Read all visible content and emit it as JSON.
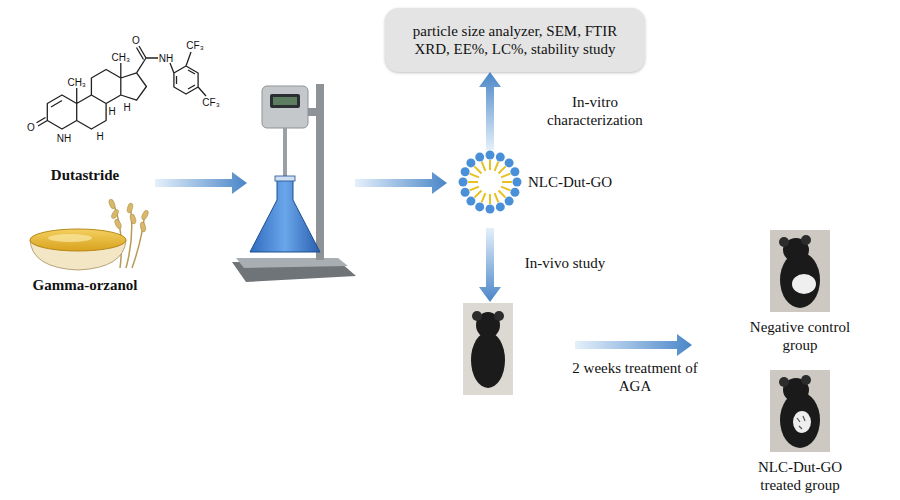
{
  "diagram": {
    "nodes": [
      {
        "text": [
          "particle size analyzer, SEM, FTIR XRD, EE%, LC%, stability study"
        ]
      },
      {
        "text": [
          "Dutastride"
        ]
      },
      {
        "text": [
          "Gamma-orzanol"
        ]
      },
      {
        "text": [
          "NLC-Dut-GO"
        ]
      },
      {
        "text": [
          "Negative control group"
        ]
      },
      {
        "text": [
          "NLC-Dut-GO treated group"
        ]
      }
    ],
    "edges": [
      {
        "from": 3,
        "to": 0,
        "arrow": "to",
        "label": "In-vitro characterization"
      }
    ],
    "labels": [
      "In-vivo study",
      "2 weeks treatment of AGA",
      "O",
      "NH",
      "CH₃",
      "CH₃",
      "H",
      "H",
      "H",
      "O",
      "NH",
      "CF₃",
      "CF₃"
    ]
  }
}
